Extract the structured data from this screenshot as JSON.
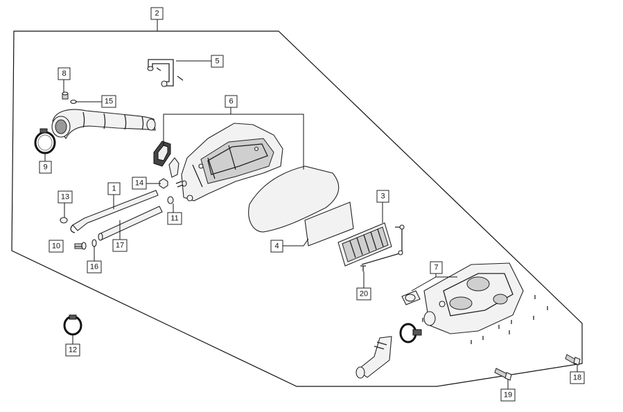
{
  "diagram": {
    "callouts": [
      {
        "id": "2",
        "label": "2"
      },
      {
        "id": "5",
        "label": "5"
      },
      {
        "id": "8",
        "label": "8"
      },
      {
        "id": "15",
        "label": "15"
      },
      {
        "id": "6",
        "label": "6"
      },
      {
        "id": "9",
        "label": "9"
      },
      {
        "id": "14",
        "label": "14"
      },
      {
        "id": "1",
        "label": "1"
      },
      {
        "id": "13",
        "label": "13"
      },
      {
        "id": "11",
        "label": "11"
      },
      {
        "id": "3",
        "label": "3"
      },
      {
        "id": "17",
        "label": "17"
      },
      {
        "id": "10",
        "label": "10"
      },
      {
        "id": "4",
        "label": "4"
      },
      {
        "id": "16",
        "label": "16"
      },
      {
        "id": "7",
        "label": "7"
      },
      {
        "id": "20",
        "label": "20"
      },
      {
        "id": "12",
        "label": "12"
      },
      {
        "id": "18",
        "label": "18"
      },
      {
        "id": "19",
        "label": "19"
      }
    ]
  }
}
